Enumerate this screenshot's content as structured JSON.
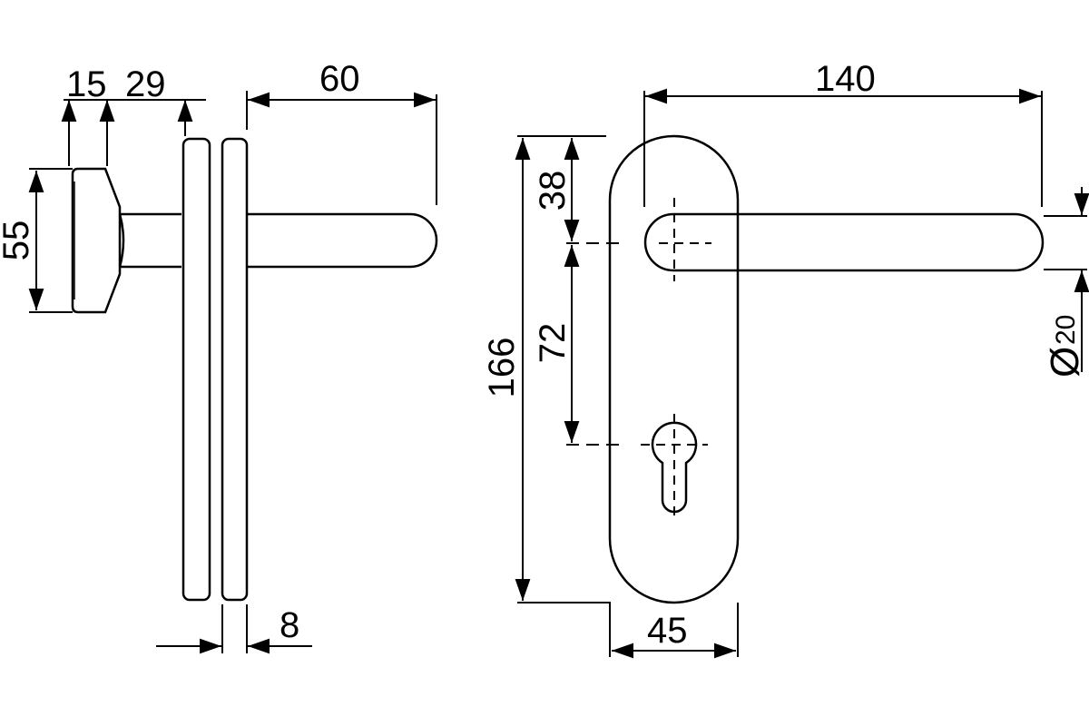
{
  "colors": {
    "line": "#000000",
    "background": "#ffffff"
  },
  "dimensions": {
    "rose_offset": "15",
    "handle_offset": "29",
    "lever_projection": "60",
    "rose_height": "55",
    "plate_thickness": "8",
    "lever_length": "140",
    "top_to_spindle": "38",
    "spindle_to_cylinder": "72",
    "plate_height": "166",
    "plate_width": "45",
    "lever_diameter_symbol": "Ø",
    "lever_diameter": "20"
  }
}
